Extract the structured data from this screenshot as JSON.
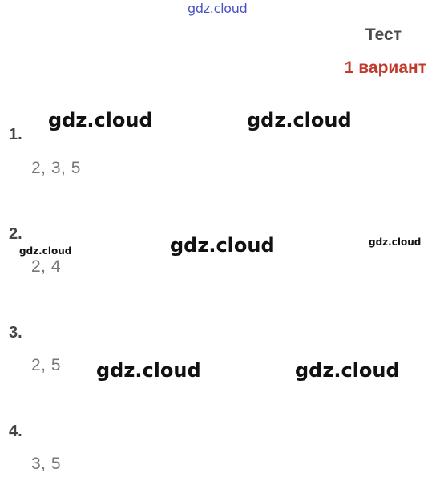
{
  "watermark": "gdz.cloud",
  "header": {
    "title": "Тест",
    "variant": "1 вариант"
  },
  "questions": [
    {
      "number": "1.",
      "answer": "2, 3, 5"
    },
    {
      "number": "2.",
      "answer": "2, 4"
    },
    {
      "number": "3.",
      "answer": "2, 5"
    },
    {
      "number": "4.",
      "answer": "3, 5"
    }
  ],
  "colors": {
    "variant": "#c0392b",
    "top_logo": "#4a53c6"
  }
}
